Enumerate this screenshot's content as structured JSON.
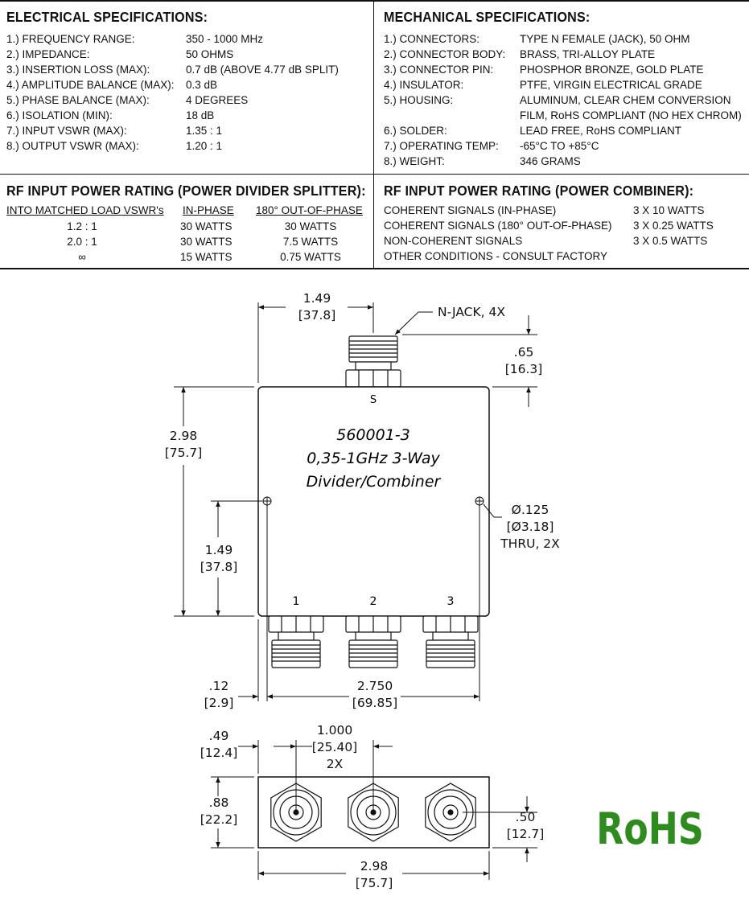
{
  "electrical": {
    "title": "ELECTRICAL SPECIFICATIONS:",
    "rows": [
      {
        "label": "1.) FREQUENCY RANGE:",
        "value": "350 - 1000 MHz"
      },
      {
        "label": "2.) IMPEDANCE:",
        "value": "50 OHMS"
      },
      {
        "label": "3.) INSERTION LOSS (MAX):",
        "value": "0.7 dB (ABOVE 4.77 dB SPLIT)"
      },
      {
        "label": "4.) AMPLITUDE BALANCE (MAX):",
        "value": "0.3 dB"
      },
      {
        "label": "5.) PHASE BALANCE (MAX):",
        "value": "4 DEGREES"
      },
      {
        "label": "6.) ISOLATION (MIN):",
        "value": "18 dB"
      },
      {
        "label": "7.) INPUT VSWR (MAX):",
        "value": "1.35 : 1"
      },
      {
        "label": "8.) OUTPUT VSWR (MAX):",
        "value": "1.20 : 1"
      }
    ]
  },
  "mechanical": {
    "title": "MECHANICAL SPECIFICATIONS:",
    "rows": [
      {
        "label": "1.) CONNECTORS:",
        "value": "TYPE N FEMALE (JACK), 50 OHM"
      },
      {
        "label": "2.) CONNECTOR BODY:",
        "value": "BRASS, TRI-ALLOY PLATE"
      },
      {
        "label": "3.) CONNECTOR PIN:",
        "value": "PHOSPHOR BRONZE, GOLD PLATE"
      },
      {
        "label": "4.) INSULATOR:",
        "value": "PTFE, VIRGIN ELECTRICAL GRADE"
      },
      {
        "label": "5.) HOUSING:",
        "value": "ALUMINUM, CLEAR CHEM CONVERSION"
      },
      {
        "label": "",
        "value": "FILM, RoHS COMPLIANT (NO HEX CHROM)"
      },
      {
        "label": "6.) SOLDER:",
        "value": "LEAD FREE, RoHS COMPLIANT"
      },
      {
        "label": "7.) OPERATING TEMP:",
        "value": "-65°C TO +85°C"
      },
      {
        "label": "8.) WEIGHT:",
        "value": "346 GRAMS"
      }
    ]
  },
  "splitter": {
    "title": "RF INPUT POWER RATING (POWER DIVIDER SPLITTER):",
    "headers": [
      "INTO MATCHED LOAD VSWR's",
      "IN-PHASE",
      "180° OUT-OF-PHASE"
    ],
    "rows": [
      [
        "1.2 : 1",
        "30 WATTS",
        "30 WATTS"
      ],
      [
        "2.0 : 1",
        "30 WATTS",
        "7.5 WATTS"
      ],
      [
        "∞",
        "15 WATTS",
        "0.75 WATTS"
      ]
    ]
  },
  "combiner": {
    "title": "RF INPUT POWER RATING (POWER COMBINER):",
    "rows": [
      {
        "label": "COHERENT SIGNALS (IN-PHASE)",
        "value": "3 X 10 WATTS"
      },
      {
        "label": "COHERENT SIGNALS (180° OUT-OF-PHASE)",
        "value": "3 X 0.25 WATTS"
      },
      {
        "label": "NON-COHERENT SIGNALS",
        "value": "3 X 0.5 WATTS"
      },
      {
        "label": "OTHER CONDITIONS - CONSULT FACTORY",
        "value": ""
      }
    ]
  },
  "drawing": {
    "part_number": "560001-3",
    "description_1": "0,35-1GHz 3-Way",
    "description_2": "Divider/Combiner",
    "port_s": "S",
    "port_1": "1",
    "port_2": "2",
    "port_3": "3",
    "callout_connector": "N-JACK, 4X",
    "dims": {
      "top_width": "1.49",
      "top_width_mm": "[37.8]",
      "conn_height": ".65",
      "conn_height_mm": "[16.3]",
      "body_height": "2.98",
      "body_height_mm": "[75.7]",
      "hole_height": "1.49",
      "hole_height_mm": "[37.8]",
      "hole_dia": "Ø.125",
      "hole_dia_mm": "[Ø3.18]",
      "hole_note": "THRU, 2X",
      "edge_offset": ".12",
      "edge_offset_mm": "[2.9]",
      "port_span": "2.750",
      "port_span_mm": "[69.85]",
      "side_first": ".49",
      "side_first_mm": "[12.4]",
      "pitch": "1.000",
      "pitch_mm": "[25.40]",
      "pitch_note": "2X",
      "thickness": ".88",
      "thickness_mm": "[22.2]",
      "center_height": ".50",
      "center_height_mm": "[12.7]",
      "bottom_width": "2.98",
      "bottom_width_mm": "[75.7]"
    },
    "rohs_logo": "RoHS",
    "rohs_color": "#2e8b1e"
  }
}
